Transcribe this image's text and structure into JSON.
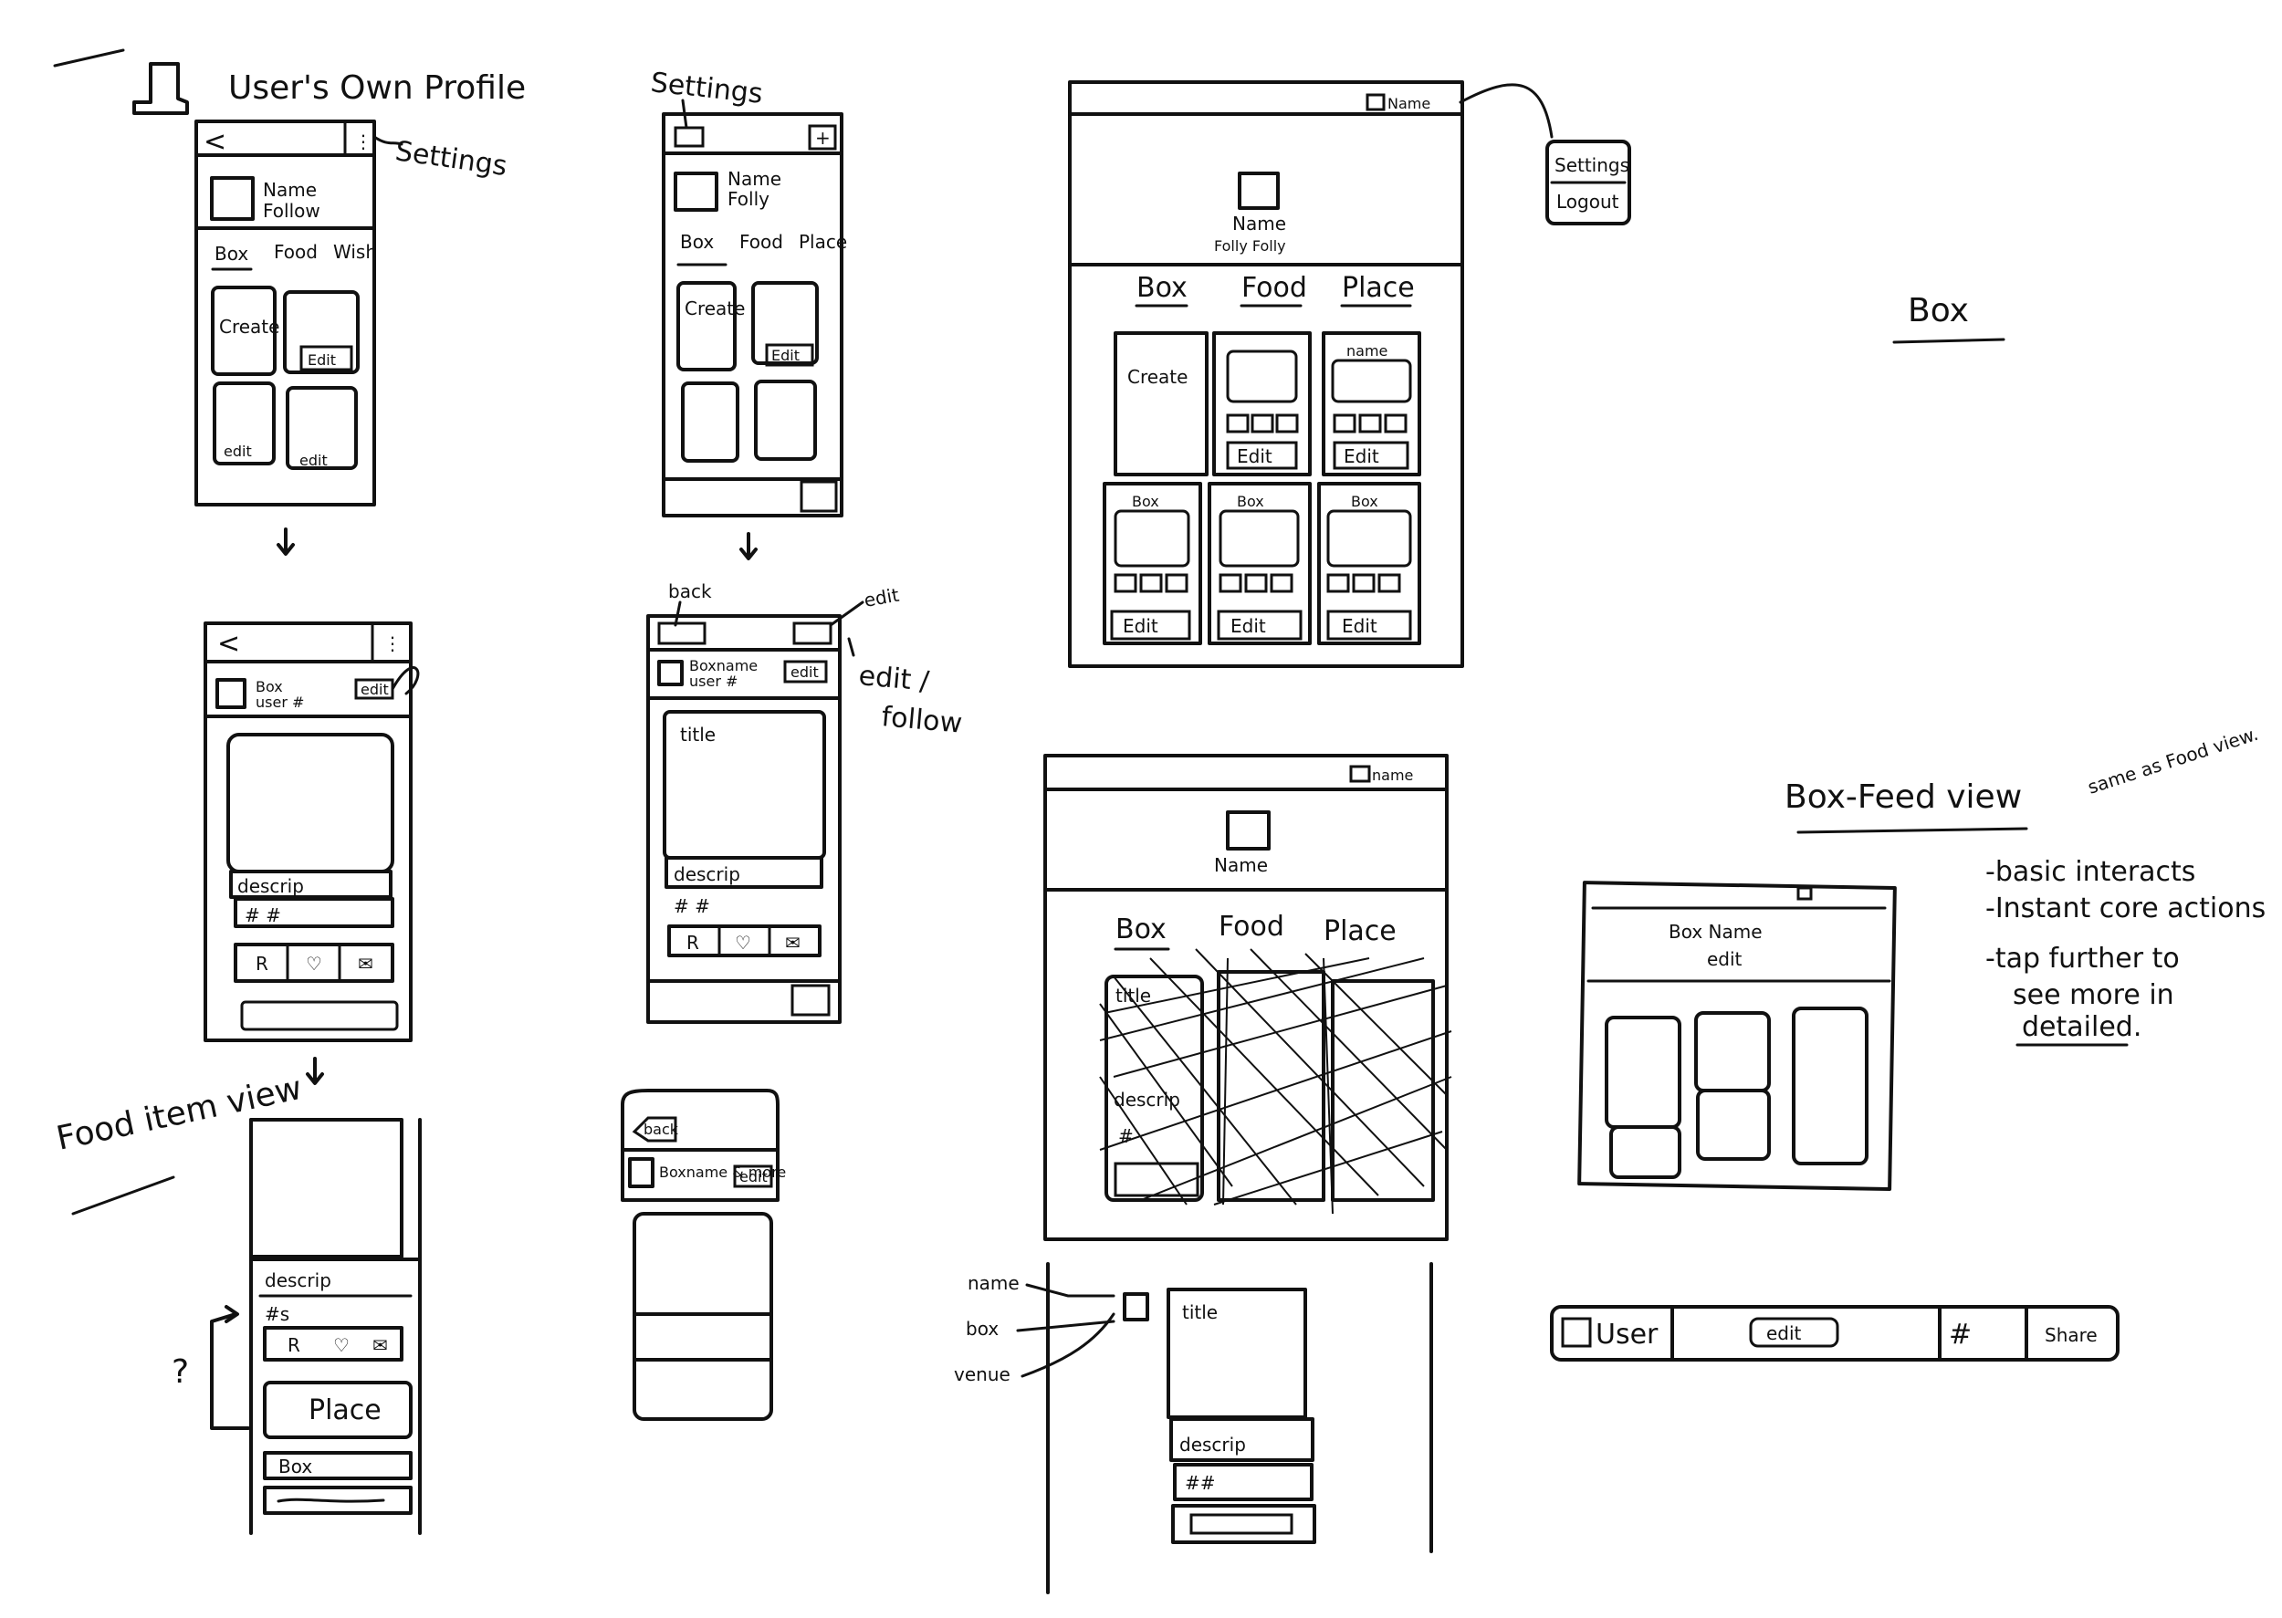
{
  "titles": {
    "users_own_profile": "User's Own Profile",
    "box": "Box",
    "box_feed_view": "Box-Feed view",
    "same_as_food_view": "same as Food view.",
    "food_item_view": "Food item view"
  },
  "notes": {
    "basic_interacts": "-basic interacts",
    "instant_core_actions": "-Instant core actions",
    "tap_further_1": "-tap further to",
    "tap_further_2": "see more in",
    "tap_further_3": "detailed."
  },
  "annotations": {
    "settings_right": "Settings",
    "settings_top": "Settings",
    "back": "back",
    "edit": "edit",
    "edit_follow_1": "edit /",
    "edit_follow_2": "follow",
    "question": "?",
    "name": "name",
    "box": "box",
    "venue": "venue"
  },
  "profile_mobile": {
    "name": "Name",
    "follow": "Follow",
    "tabs": [
      "Box",
      "Food",
      "Wish"
    ],
    "create": "Create",
    "edit": "Edit",
    "edit2": "edit",
    "edit3": "edit"
  },
  "profile_mobile2": {
    "name": "Name",
    "follow": "Folly",
    "tabs": [
      "Box",
      "Food",
      "Place"
    ],
    "create": "Create",
    "edit": "Edit"
  },
  "box_mobile": {
    "box": "Box",
    "user": "user #",
    "edit": "edit",
    "descrip": "descrip",
    "tags": "# #",
    "actions": [
      "R",
      "♡",
      "✉"
    ]
  },
  "box_mobile2": {
    "box": "Boxname",
    "user": "user #",
    "edit": "edit",
    "title": "title",
    "descrip": "descrip",
    "tags": "# #",
    "actions": [
      "R",
      "♡",
      "✉"
    ]
  },
  "food_item": {
    "descrip": "descrip",
    "tags": "#s",
    "actions": [
      "R",
      "♡",
      "✉"
    ],
    "place": "Place",
    "box": "Box"
  },
  "small_mobile": {
    "back": "back",
    "box": "Boxname & more",
    "edit": "edit"
  },
  "web_profile": {
    "user_menu": "Name",
    "name": "Name",
    "follow": "Folly Folly",
    "tabs": [
      "Box",
      "Food",
      "Place"
    ],
    "create": "Create",
    "edit": "Edit",
    "name_label": "name",
    "box_label": "Box",
    "popup": [
      "Settings",
      "Logout"
    ]
  },
  "web_feed": {
    "user_menu": "name",
    "name": "Name",
    "tabs": [
      "Box",
      "Food",
      "Place"
    ],
    "title": "title",
    "descrip": "descrip",
    "tags": "#"
  },
  "web_detail": {
    "title": "title",
    "descrip": "descrip",
    "tags": "##"
  },
  "box_feed": {
    "box_name": "Box Name",
    "edit": "edit"
  },
  "toolbar": {
    "user": "User",
    "edit": "edit",
    "hash": "#",
    "share": "Share"
  }
}
